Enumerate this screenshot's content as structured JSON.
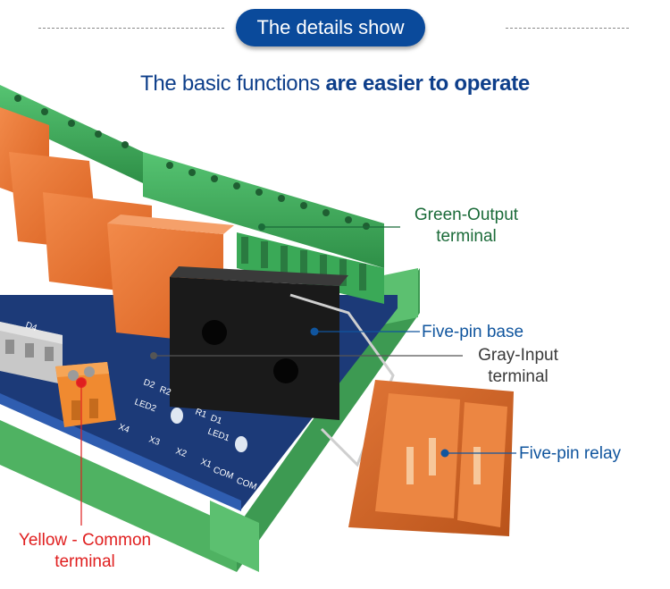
{
  "header": {
    "pill_text": "The details show",
    "headline_regular": "The basic functions",
    "headline_bold": "are easier to operate"
  },
  "board_silkscreen": {
    "x4": "X4",
    "x3": "X3",
    "x2": "X2",
    "x1": "X1",
    "com1": "COM",
    "com2": "COM",
    "led1": "LED1",
    "led2": "LED2",
    "r1": "R1",
    "r2": "R2",
    "d1": "D1",
    "d2": "D2",
    "d4": "D4"
  },
  "callouts": {
    "green_output": "Green-Output terminal",
    "five_pin_base": "Five-pin base",
    "gray_input": "Gray-Input terminal",
    "five_pin_relay": "Five-pin relay",
    "yellow_common": "Yellow - Common terminal"
  },
  "colors": {
    "brand_blue": "#0a4a9b",
    "green_label": "#1b6b39",
    "blue_label": "#10559e",
    "gray_label": "#3a3a3a",
    "red_label": "#e01f1f",
    "terminal_green": "#3fae5a",
    "relay_orange": "#e8702e",
    "pcb_blue": "#1c3a78"
  }
}
